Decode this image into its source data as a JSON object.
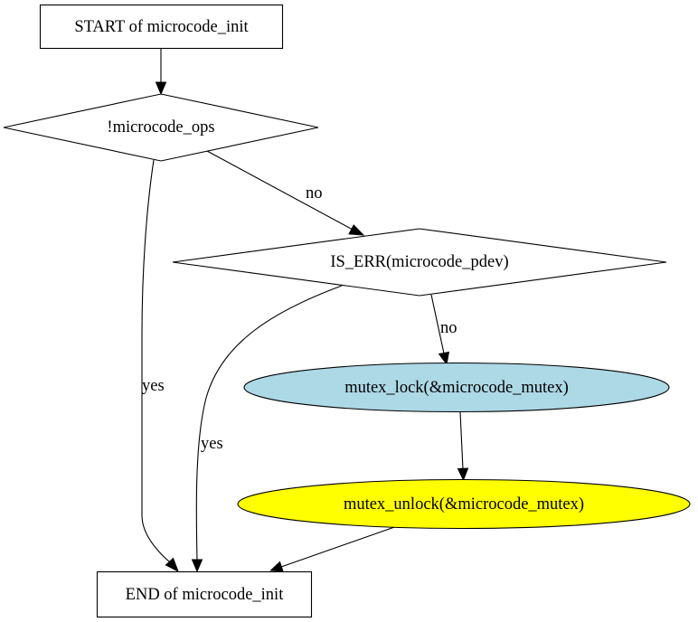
{
  "nodes": {
    "start": {
      "label": "START of microcode_init",
      "shape": "box",
      "fill": "#ffffff"
    },
    "check_ops": {
      "label": "!microcode_ops",
      "shape": "diamond",
      "fill": "#ffffff"
    },
    "check_err": {
      "label": "IS_ERR(microcode_pdev)",
      "shape": "diamond",
      "fill": "#ffffff"
    },
    "lock": {
      "label": "mutex_lock(&microcode_mutex)",
      "shape": "ellipse",
      "fill": "#add8e6"
    },
    "unlock": {
      "label": "mutex_unlock(&microcode_mutex)",
      "shape": "ellipse",
      "fill": "#ffff00"
    },
    "end": {
      "label": "END of microcode_init",
      "shape": "box",
      "fill": "#ffffff"
    }
  },
  "edges": {
    "start_to_ops": {
      "label": ""
    },
    "ops_no": {
      "label": "no"
    },
    "ops_yes": {
      "label": "yes"
    },
    "err_no": {
      "label": "no"
    },
    "err_yes": {
      "label": "yes"
    },
    "lock_to_unlock": {
      "label": ""
    },
    "unlock_to_end": {
      "label": ""
    }
  }
}
